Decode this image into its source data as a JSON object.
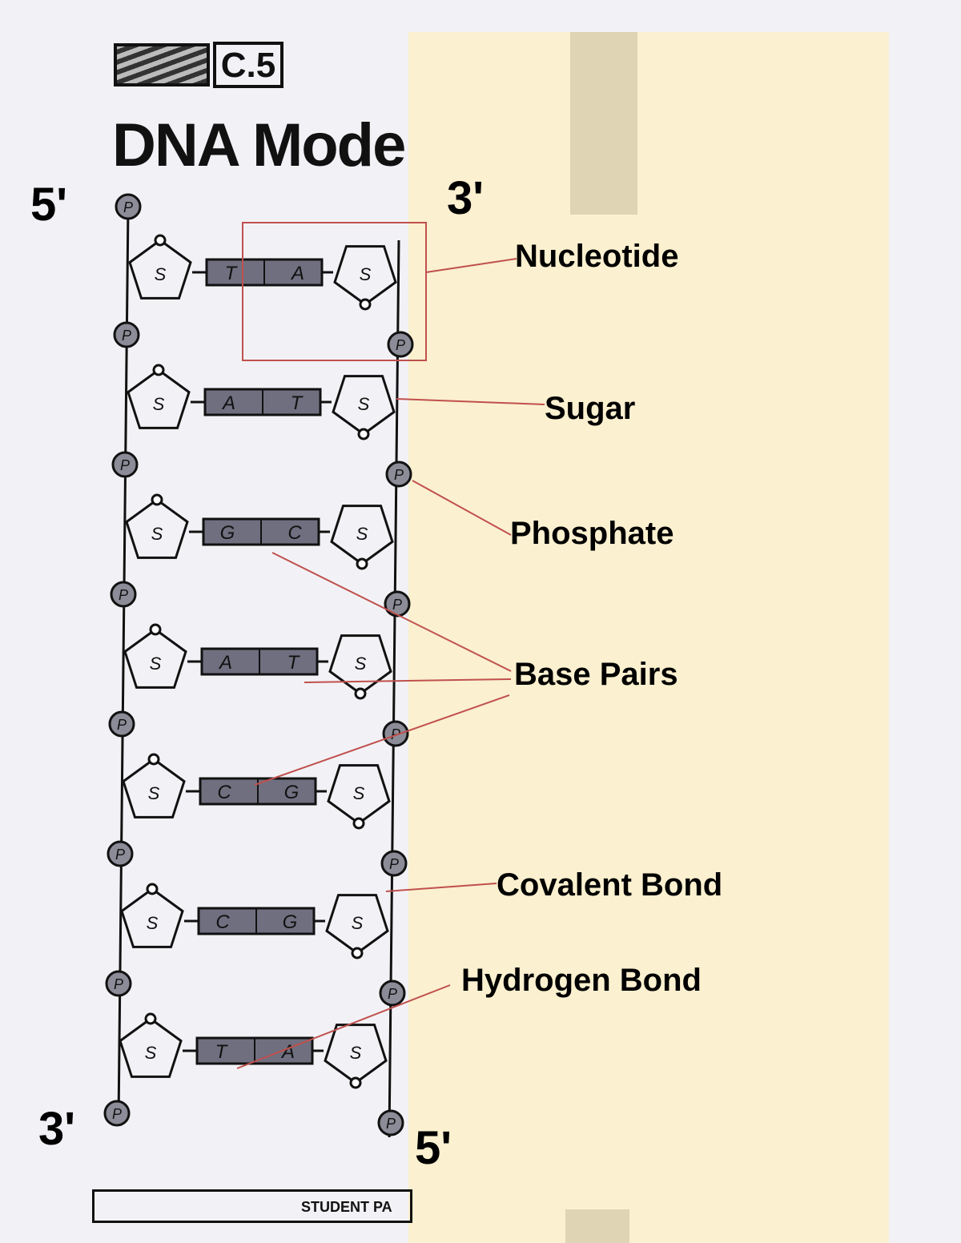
{
  "header": {
    "section": "C.5",
    "title": "DNA Model",
    "footer": "STUDENT PA"
  },
  "ends": {
    "left_top": "5'",
    "right_top": "3'",
    "left_bottom": "3'",
    "right_bottom": "5'"
  },
  "labels": {
    "nucleotide": "Nucleotide",
    "sugar": "Sugar",
    "phosphate": "Phosphate",
    "base_pairs": "Base Pairs",
    "covalent_bond": "Covalent Bond",
    "hydrogen_bond": "Hydrogen Bond"
  },
  "nucleotide_letters": {
    "phosphate": "P",
    "sugar": "S"
  },
  "base_pairs": [
    {
      "left": "T",
      "right": "A"
    },
    {
      "left": "A",
      "right": "T"
    },
    {
      "left": "G",
      "right": "C"
    },
    {
      "left": "A",
      "right": "T"
    },
    {
      "left": "C",
      "right": "G"
    },
    {
      "left": "C",
      "right": "G"
    },
    {
      "left": "T",
      "right": "A"
    }
  ],
  "colors": {
    "annotation_line": "#c0504d",
    "overlay_paper": "#fbf0cf",
    "ink": "#111111"
  }
}
